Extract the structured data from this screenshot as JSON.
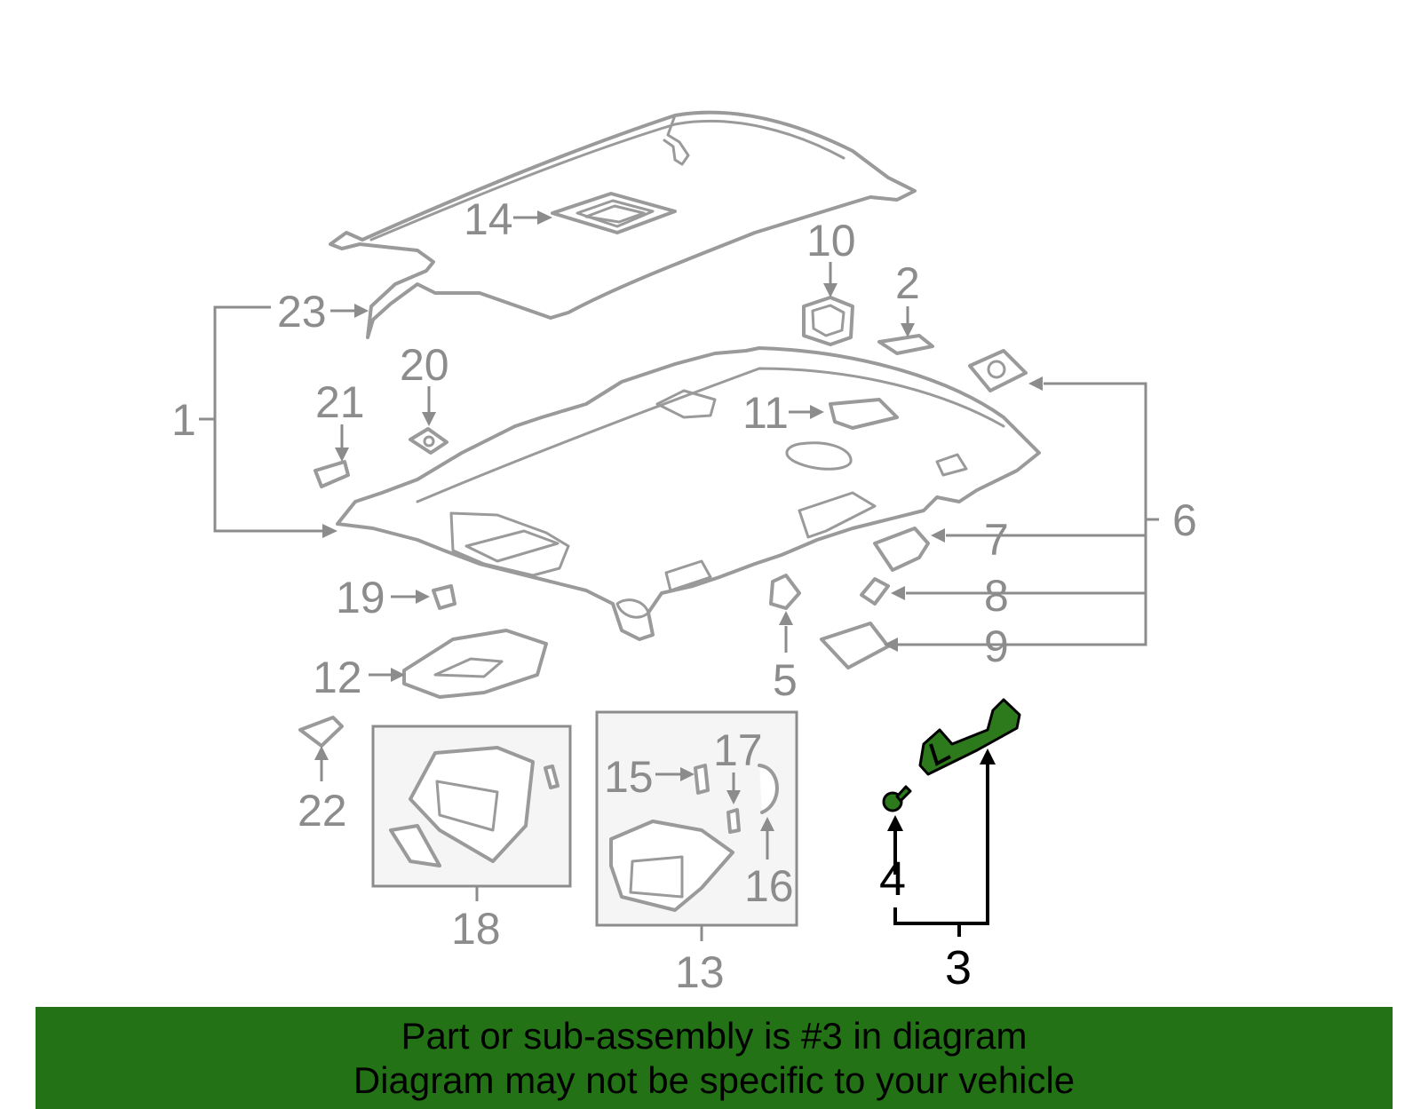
{
  "callouts": {
    "c1": "1",
    "c2": "2",
    "c3": "3",
    "c4": "4",
    "c5": "5",
    "c6": "6",
    "c7": "7",
    "c8": "8",
    "c9": "9",
    "c10": "10",
    "c11": "11",
    "c12": "12",
    "c13": "13",
    "c14": "14",
    "c15": "15",
    "c16": "16",
    "c17": "17",
    "c18": "18",
    "c19": "19",
    "c20": "20",
    "c21": "21",
    "c22": "22",
    "c23": "23"
  },
  "highlight": {
    "part_number": "3",
    "color": "#2d7a1d"
  },
  "colors": {
    "banner": "#237316",
    "outline": "#9a9a9a",
    "highlight": "#2d7a1d"
  },
  "banner": {
    "line1": "Part or sub-assembly is #3 in diagram",
    "line2": "Diagram may not be specific to your vehicle"
  }
}
